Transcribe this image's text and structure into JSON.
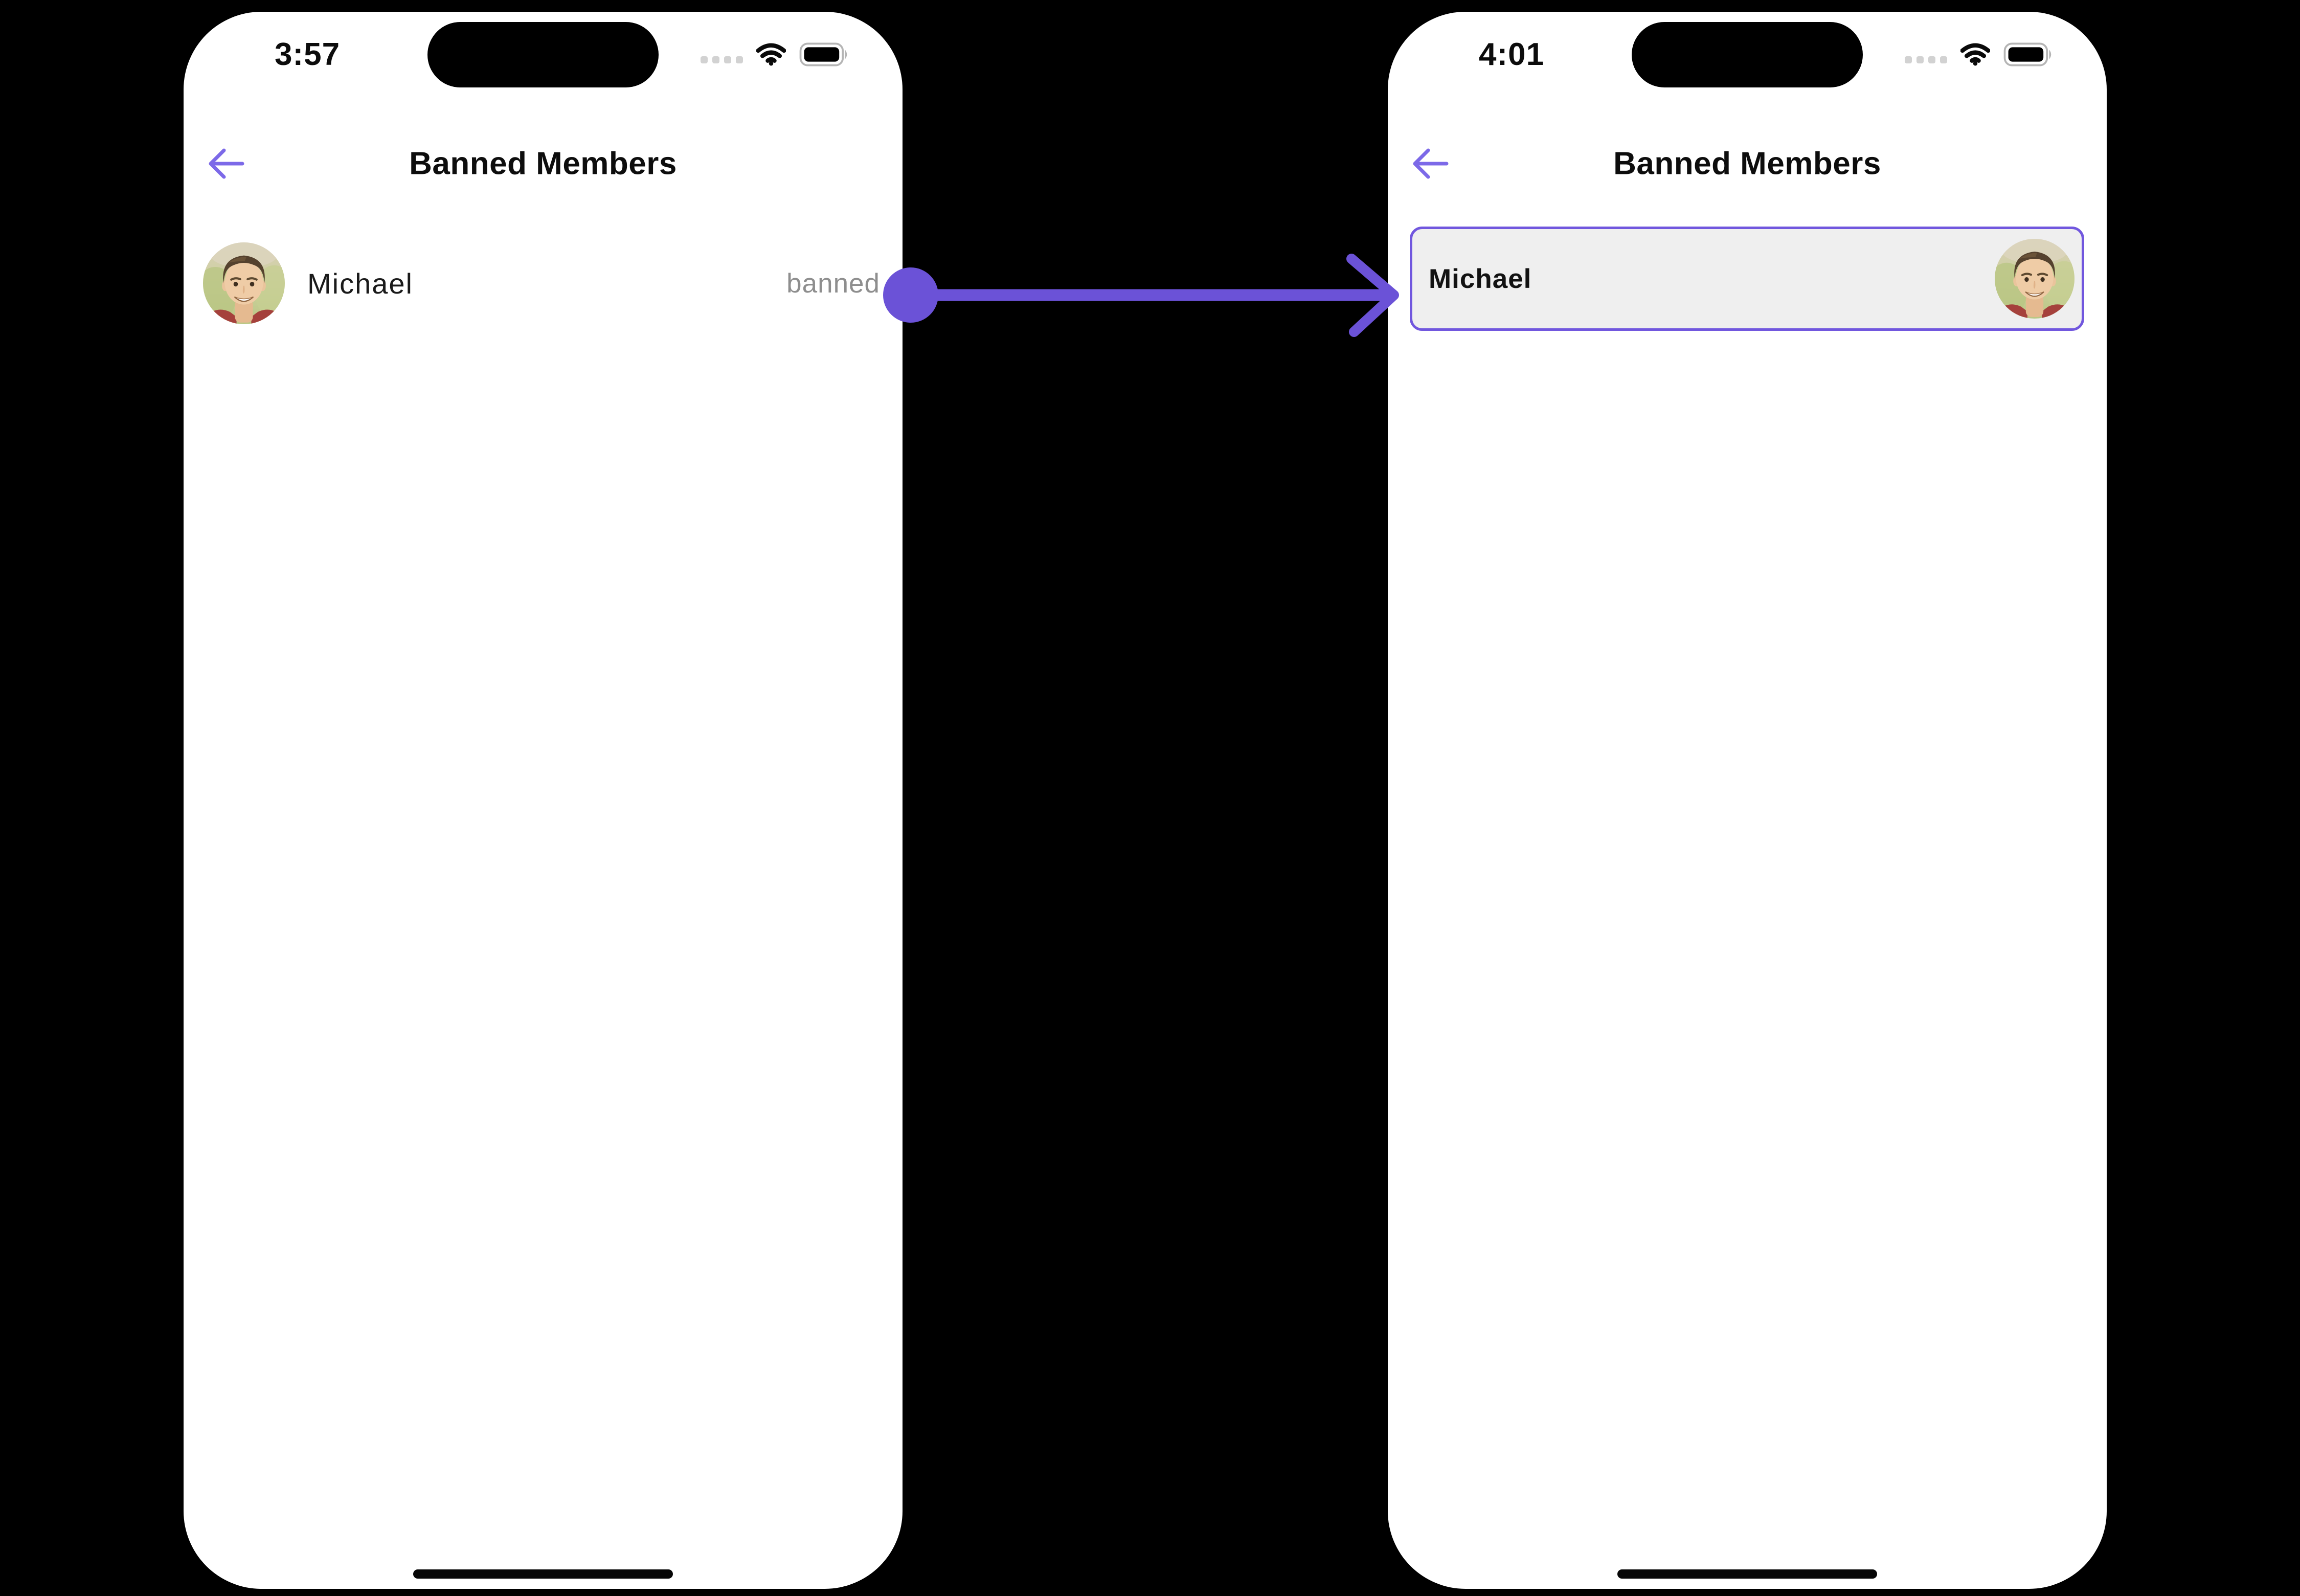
{
  "colors": {
    "canvas_background": "#000000",
    "connector_purple": "#6b52d7",
    "back_arrow_purple": "#7c69e8",
    "card_border_purple": "#7157de",
    "card_background": "#efefef",
    "banned_text_grey": "#8e8e8e"
  },
  "left_phone": {
    "status_bar": {
      "time": "3:57"
    },
    "header": {
      "title": "Banned Members"
    },
    "member_list": [
      {
        "name": "Michael",
        "status_label": "banned"
      }
    ]
  },
  "right_phone": {
    "status_bar": {
      "time": "4:01"
    },
    "header": {
      "title": "Banned Members"
    },
    "member_card": {
      "name": "Michael"
    }
  },
  "connector": {
    "direction": "left-to-right"
  }
}
